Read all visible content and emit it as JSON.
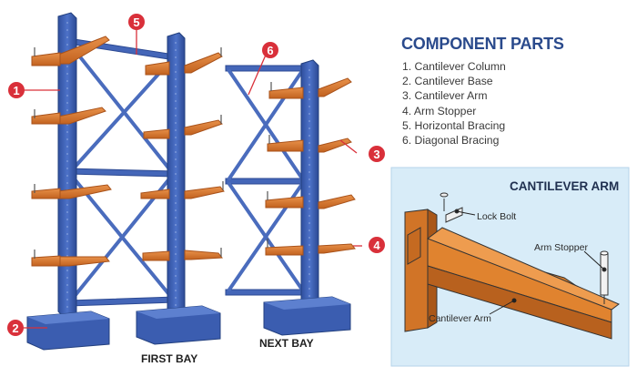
{
  "component_parts": {
    "title": "COMPONENT PARTS",
    "items": [
      "1. Cantilever Column",
      "2. Cantilever Base",
      "3. Cantilever Arm",
      "4. Arm Stopper",
      "5. Horizontal Bracing",
      "6. Diagonal Bracing"
    ]
  },
  "bays": {
    "first": "FIRST BAY",
    "next": "NEXT BAY"
  },
  "callouts": [
    "1",
    "2",
    "3",
    "4",
    "5",
    "6"
  ],
  "detail": {
    "title": "CANTILEVER ARM",
    "labels": {
      "lock_bolt": "Lock Bolt",
      "arm_stopper": "Arm Stopper",
      "cantilever_arm": "Cantilever Arm"
    }
  },
  "colors": {
    "column_blue": "#3f62b5",
    "arm_orange": "#d9782f",
    "callout_red": "#d9303a",
    "panel_blue": "#d8ecf8",
    "heading_navy": "#2a4a8c"
  }
}
